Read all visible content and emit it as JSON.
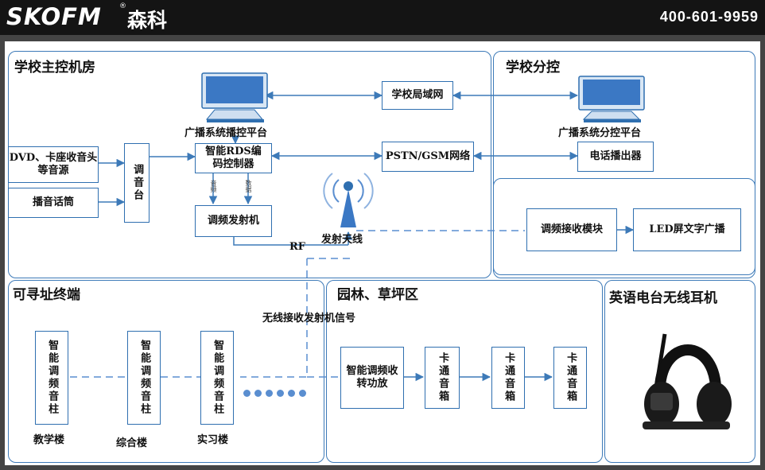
{
  "header": {
    "brand": "SKOFM",
    "brand_reg": "®",
    "brand_cn": "森科",
    "phone": "400-601-9959"
  },
  "regions": {
    "main_room": "学校主控机房",
    "branch_control": "学校分控",
    "addressable_terminal": "可寻址终端",
    "garden_lawn": "园林、草坪区",
    "english_radio": "英语电台无线耳机"
  },
  "nodes": {
    "pc_main_label": "广播系统播控平台",
    "pc_branch_label": "广播系统分控平台",
    "school_lan": "学校局域网",
    "dvd_source": "DVD、卡座收音头等音源",
    "microphone": "播音话筒",
    "mixer": "调音台",
    "rds_encoder": "智能RDS编码控制器",
    "pstn_gsm": "PSTN/GSM网络",
    "phone_output": "电话播出器",
    "fm_transmitter": "调频发射机",
    "antenna_label": "发射天线",
    "rf_label": "RF",
    "audio_small": "音频",
    "data_small": "数据",
    "fm_receiver": "调频接收模块",
    "led_broadcast": "LED屏文字广播",
    "wireless_signal": "无线接收发射机信号",
    "smart_column_1": "智能调频音柱",
    "smart_column_2": "智能调频音柱",
    "smart_column_3": "智能调频音柱",
    "building_1": "教学楼",
    "building_2": "综合楼",
    "building_3": "实习楼",
    "smart_amp": "智能调频收转功放",
    "card_speaker_1": "卡通音箱",
    "card_speaker_2": "卡通音箱",
    "card_speaker_3": "卡通音箱"
  },
  "colors": {
    "line": "#3d7ab8",
    "dashed": "#5a8ed0",
    "border": "#2f6fb0"
  }
}
